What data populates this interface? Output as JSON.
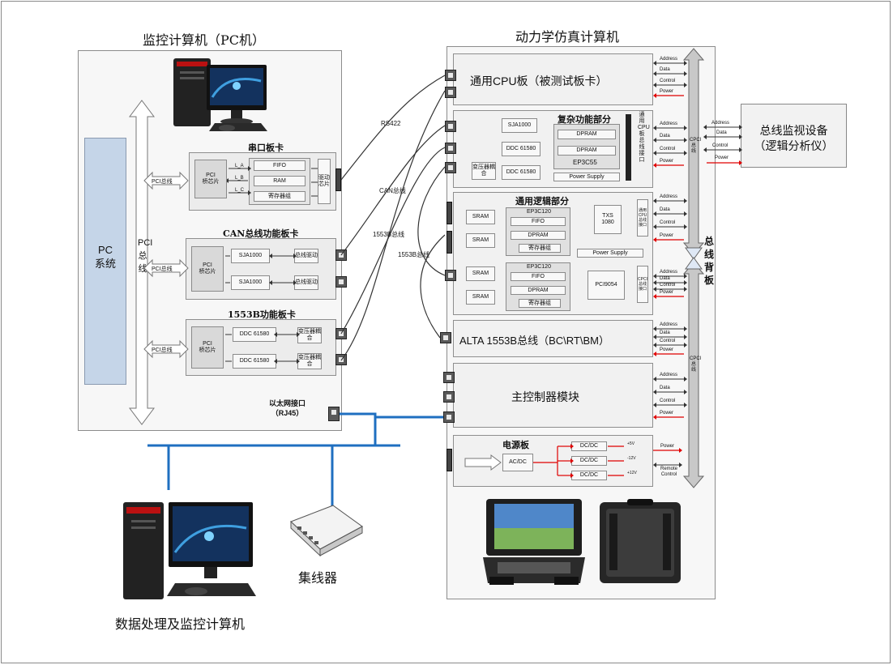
{
  "titles": {
    "left": "监控计算机（PC机）",
    "right": "动力学仿真计算机",
    "bus_monitor": "总线监视设备\n（逻辑分析仪）",
    "data_pc": "数据处理及监控计算机",
    "hub": "集线器"
  },
  "pc": {
    "system": "PC\n系统",
    "pci_bus": "PCI总线",
    "pci_bus_small": "PCI总线",
    "bridge": "PCI\n桥芯片",
    "ethernet": "以太网接口\n（RJ45）"
  },
  "serial_card": {
    "title": "串口板卡",
    "fifo": "FIFO",
    "ram": "RAM",
    "reg": "寄存器组",
    "driver": "驱动芯片",
    "la": "L_A",
    "lb": "L_B",
    "lc": "L_C"
  },
  "can_card": {
    "title": "CAN总线功能板卡",
    "sja": "SJA1000",
    "drv": "总线驱动"
  },
  "mil_card": {
    "title": "1553B功能板卡",
    "ddc": "DDC 61580",
    "xfmr": "变压器耦合"
  },
  "links": {
    "rs422": "RS422",
    "can": "CAN总线",
    "mil1": "1553B总线",
    "mil2": "1553B总线"
  },
  "sim": {
    "cpu_board": "通用CPU板（被测试板卡）",
    "complex": {
      "title": "复杂功能部分",
      "sja": "SJA1000",
      "ddc": "DDC 61580",
      "xfmr": "变压器耦合",
      "dpram": "DPRAM",
      "ep": "EP3C55",
      "ps": "Power Supply",
      "iface": "通用CPU板总线接口"
    },
    "logic": {
      "title": "通用逻辑部分",
      "sram": "SRAM",
      "ep": "EP3C120",
      "fifo": "FIFO",
      "dpram": "DPRAM",
      "reg": "寄存器组",
      "txs": "TXS\n1080",
      "ps": "Power Supply",
      "pci9054": "PCI9054",
      "iface": "通用CPU总线接口",
      "iface2": "CPCI总线接口"
    },
    "alta": "ALTA 1553B总线（BC\\RT\\BM）",
    "master": "主控制器模块",
    "power": {
      "title": "电源板",
      "acdc": "AC/DC",
      "dcdc": "DC/DC",
      "v1": "+5V",
      "v2": "-12V",
      "v3": "+12V",
      "power": "Power",
      "remote": "Remote\nControl"
    },
    "backplane": "总线背板",
    "cpu_bus": "CPCI总线"
  },
  "signals": {
    "address": "Address",
    "data": "Data",
    "control": "Control",
    "power": "Power"
  },
  "colors": {
    "blue_bus": "#1f6fc0",
    "red_power": "#e00000",
    "pc_system": "#c5d5e8"
  }
}
